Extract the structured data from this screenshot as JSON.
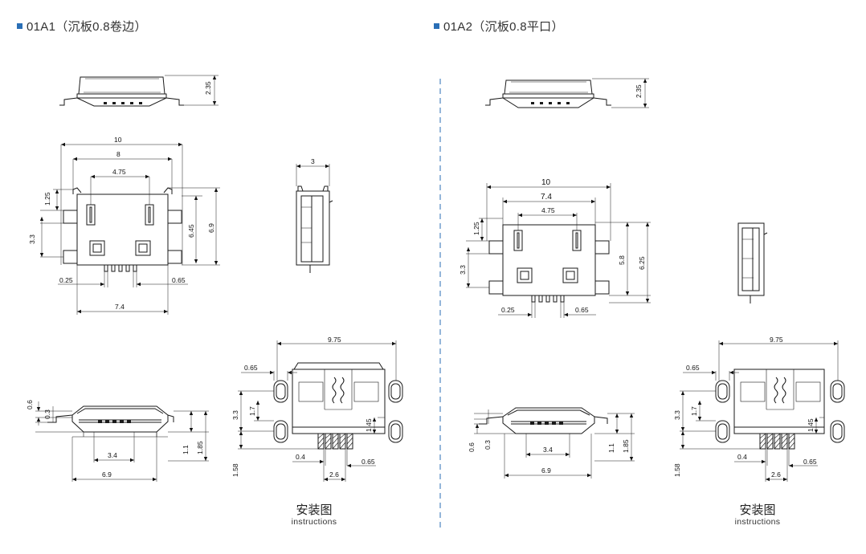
{
  "variants": [
    {
      "title": "01A1（沉板0.8卷边）",
      "caption_zh": "安装图",
      "caption_en": "instructions",
      "dims": {
        "side_h": "2.35",
        "w10": "10",
        "w8": "8",
        "w475": "4.75",
        "h125": "1.25",
        "h33": "3.3",
        "h645": "6.45",
        "h69": "6.9",
        "p025": "0.25",
        "p065": "0.65",
        "w74": "7.4",
        "s3": "3",
        "front_06": "0.6",
        "front_03": "0.3",
        "front_34": "3.4",
        "front_69": "6.9",
        "front_11": "1.1",
        "front_185": "1.85",
        "i975": "9.75",
        "i065a": "0.65",
        "i33": "3.3",
        "i17": "1.7",
        "i145": "1.45",
        "i158": "1.58",
        "i04": "0.4",
        "i065b": "0.65",
        "i26": "2.6"
      }
    },
    {
      "title": "01A2（沉板0.8平口）",
      "caption_zh": "安装图",
      "caption_en": "instructions",
      "dims": {
        "side_h": "2.35",
        "w10": "10",
        "w74": "7.4",
        "w475": "4.75",
        "h125": "1.25",
        "h33": "3.3",
        "h58": "5.8",
        "h625": "6.25",
        "p025": "0.25",
        "p065": "0.65",
        "front_06": "0.6",
        "front_03": "0.3",
        "front_34": "3.4",
        "front_69": "6.9",
        "front_11": "1.1",
        "front_185": "1.85",
        "i975": "9.75",
        "i065a": "0.65",
        "i33": "3.3",
        "i17": "1.7",
        "i145": "1.45",
        "i158": "1.58",
        "i04": "0.4",
        "i065b": "0.65",
        "i26": "2.6"
      }
    }
  ],
  "colors": {
    "accent": "#2a6fb6",
    "divider": "#5b8fc7",
    "line": "#1a1a1a"
  }
}
